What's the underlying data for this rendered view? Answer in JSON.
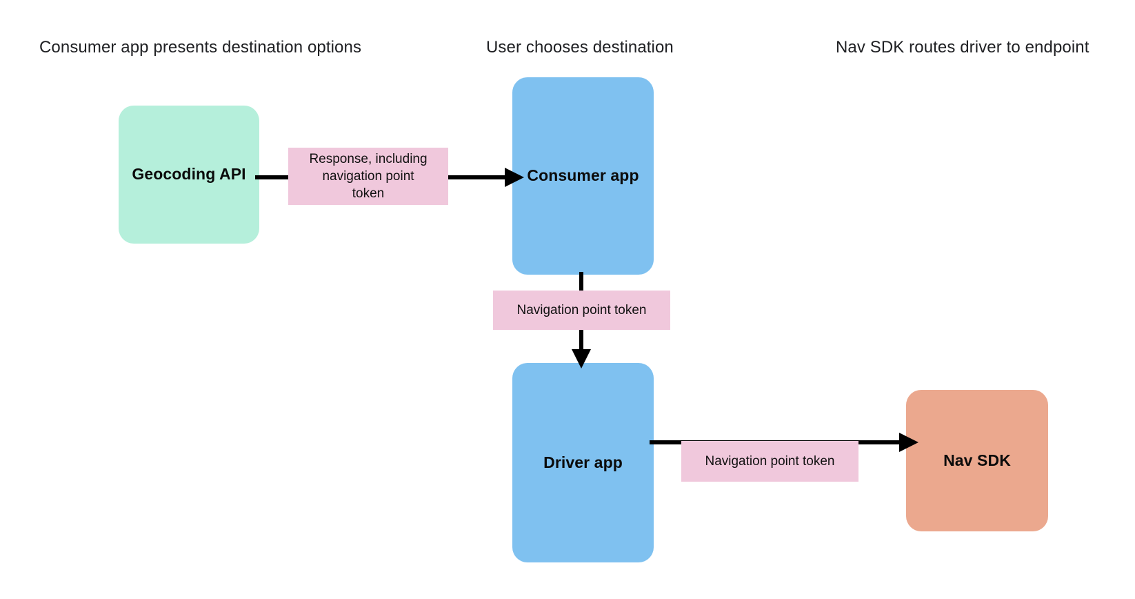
{
  "diagram": {
    "title_text_color": "#202124",
    "background": "#ffffff",
    "palette": {
      "mint": "#B5EFDB",
      "blue": "#7FC1F0",
      "pink": "#F0C8DC",
      "salmon": "#EBA88E",
      "stroke": "#000000"
    },
    "columns": [
      {
        "id": "consumer",
        "label": "Consumer app presents destination options"
      },
      {
        "id": "user",
        "label": "User chooses destination"
      },
      {
        "id": "navsdk",
        "label": "Nav SDK routes driver to endpoint"
      }
    ],
    "nodes": [
      {
        "id": "geocoding-api",
        "label": "Geocoding API",
        "color": "#B5EFDB"
      },
      {
        "id": "consumer-app",
        "label": "Consumer app",
        "color": "#7FC1F0"
      },
      {
        "id": "driver-app",
        "label": "Driver app",
        "color": "#7FC1F0"
      },
      {
        "id": "nav-sdk",
        "label": "Nav SDK",
        "color": "#EBA88E"
      }
    ],
    "edges": [
      {
        "id": "geo-to-consumer",
        "from": "geocoding-api",
        "to": "consumer-app",
        "direction": "right",
        "label": "Response, including\nnavigation point\ntoken"
      },
      {
        "id": "consumer-to-driver",
        "from": "consumer-app",
        "to": "driver-app",
        "direction": "down",
        "label": "Navigation point token"
      },
      {
        "id": "driver-to-navsdk",
        "from": "driver-app",
        "to": "nav-sdk",
        "direction": "right",
        "label": "Navigation point token"
      }
    ]
  }
}
